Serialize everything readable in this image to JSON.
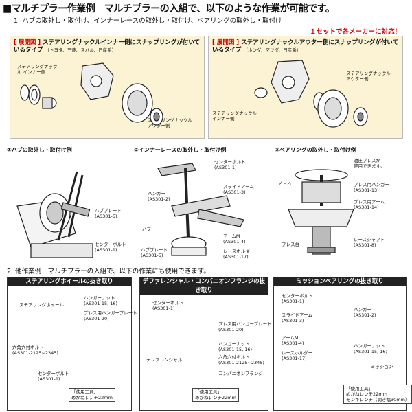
{
  "header": {
    "title": "■マルチプラー作業例　マルチプラーの入組で、以下のような作業が可能です。",
    "section1": "1. ハブの取外し・取付け、インナーレースの取外し・取付け、ベアリングの取外し・取付け",
    "note": "１セットで各メーカーに対応！"
  },
  "exploded_left": {
    "tag": "[ 展開図 ]",
    "title": "ステアリングナックルインナー側にスナップリングが付いているタイプ",
    "makers": "（トヨタ、三菱、スバル、日産系）",
    "label_inner": "ステアリングナックル インナー側",
    "label_outer": "ステアリングナックル アウター側"
  },
  "exploded_right": {
    "tag": "[ 展開図 ]",
    "title": "ステアリングナックルアウター側にスナップリングが付いているタイプ",
    "makers": "（ホンダ、マツダ、日産系）",
    "label_outer": "ステアリングナックル アウター側",
    "label_inner": "ステアリングナックル インナー側"
  },
  "examples": {
    "ex1": {
      "title": "①ハブの取外し・取付け例",
      "hub_plate": "ハブプレート",
      "hub_plate_code": "(AS301-5)",
      "center_bolt": "センターボルト",
      "center_bolt_code": "(AS301-1)"
    },
    "ex2": {
      "title": "②インナーレースの取外し・取付け例",
      "center_bolt": "センターボルト",
      "center_bolt_code": "(AS301-1)",
      "hanger": "ハンガー",
      "hanger_code": "(AS301-2)",
      "slide_arm": "スライドアーム",
      "slide_arm_code": "(AS301-3)",
      "hub": "ハブ",
      "hub_plate": "ハブプレート",
      "hub_plate_code": "(AS301-5)",
      "arm_m": "アームM",
      "arm_m_code": "(AS301-4)",
      "race_holder": "レースホルダー",
      "race_holder_code": "(AS301-17)"
    },
    "ex3": {
      "title": "③ベアリングの取外し・取付け例",
      "note1": "油圧プレスが",
      "note2": "使用できます。",
      "press": "プレス",
      "press_hanger": "プレス用ハンガー",
      "press_hanger_code": "(AS301-13)",
      "press_arm": "プレス用アーム",
      "press_arm_code": "(AS301-14)",
      "race_shaft": "レースシャフト",
      "race_shaft_code": "(AS301-8)",
      "press_stand": "プレス台"
    }
  },
  "section2": "2. 他作業例　マルチプラーの入組で、以下の作業にも使用できます。",
  "other": {
    "steering": {
      "header": "ステアリングホイールの抜き取り",
      "wheel": "ステアリングホイール",
      "hanger_nut": "ハンガーナット",
      "hanger_nut_code": "(AS301-15, 16)",
      "press_hanger_plate": "プレス用ハンガープレート",
      "press_hanger_plate_code": "(AS301-20)",
      "hex_bolt": "六角穴付ボルト",
      "hex_bolt_code": "(AS301-2125~2345)",
      "center_bolt": "センターボルト",
      "center_bolt_code": "(AS301-1)",
      "tool_label": "「使用工具」",
      "tool_name": "めがねレンチ22mm"
    },
    "diff": {
      "header": "デファレンシャル・コンパニオンフランジの抜き取り",
      "center_bolt": "センターボルト",
      "center_bolt_code": "(AS301-1)",
      "press_hanger_plate": "プレス用ハンガープレート",
      "press_hanger_plate_code": "(AS301-20)",
      "hanger_nut": "ハンガーナット",
      "hanger_nut_code": "(AS301-15, 16)",
      "hex_bolt": "六角穴付ボルト",
      "hex_bolt_code": "(AS301-2125~2345)",
      "differential": "デファレンシャル",
      "companion": "コンパニオンフランジ",
      "tool_label": "「使用工具」",
      "tool_name": "めがねレンチ22mm"
    },
    "mission": {
      "header": "ミッションベアリングの抜き取り",
      "center_bolt": "センターボルト",
      "center_bolt_code": "(AS301-1)",
      "slide_arm": "スライドアーム",
      "slide_arm_code": "(AS301-3)",
      "hanger": "ハンガー",
      "hanger_code": "(AS301-2)",
      "arm_m": "アームM",
      "arm_m_code": "(AS301-4)",
      "hanger_nut": "ハンガーナット",
      "hanger_nut_code": "(AS301-15, 16)",
      "race_holder": "レースホルダー",
      "race_holder_code": "(AS301-17)",
      "mission": "ミッション",
      "tool_label": "「使用工具」",
      "tool_name": "めがねレンチ22mm",
      "tool_name2": "モンキレンチ（開き幅30mm）"
    }
  }
}
